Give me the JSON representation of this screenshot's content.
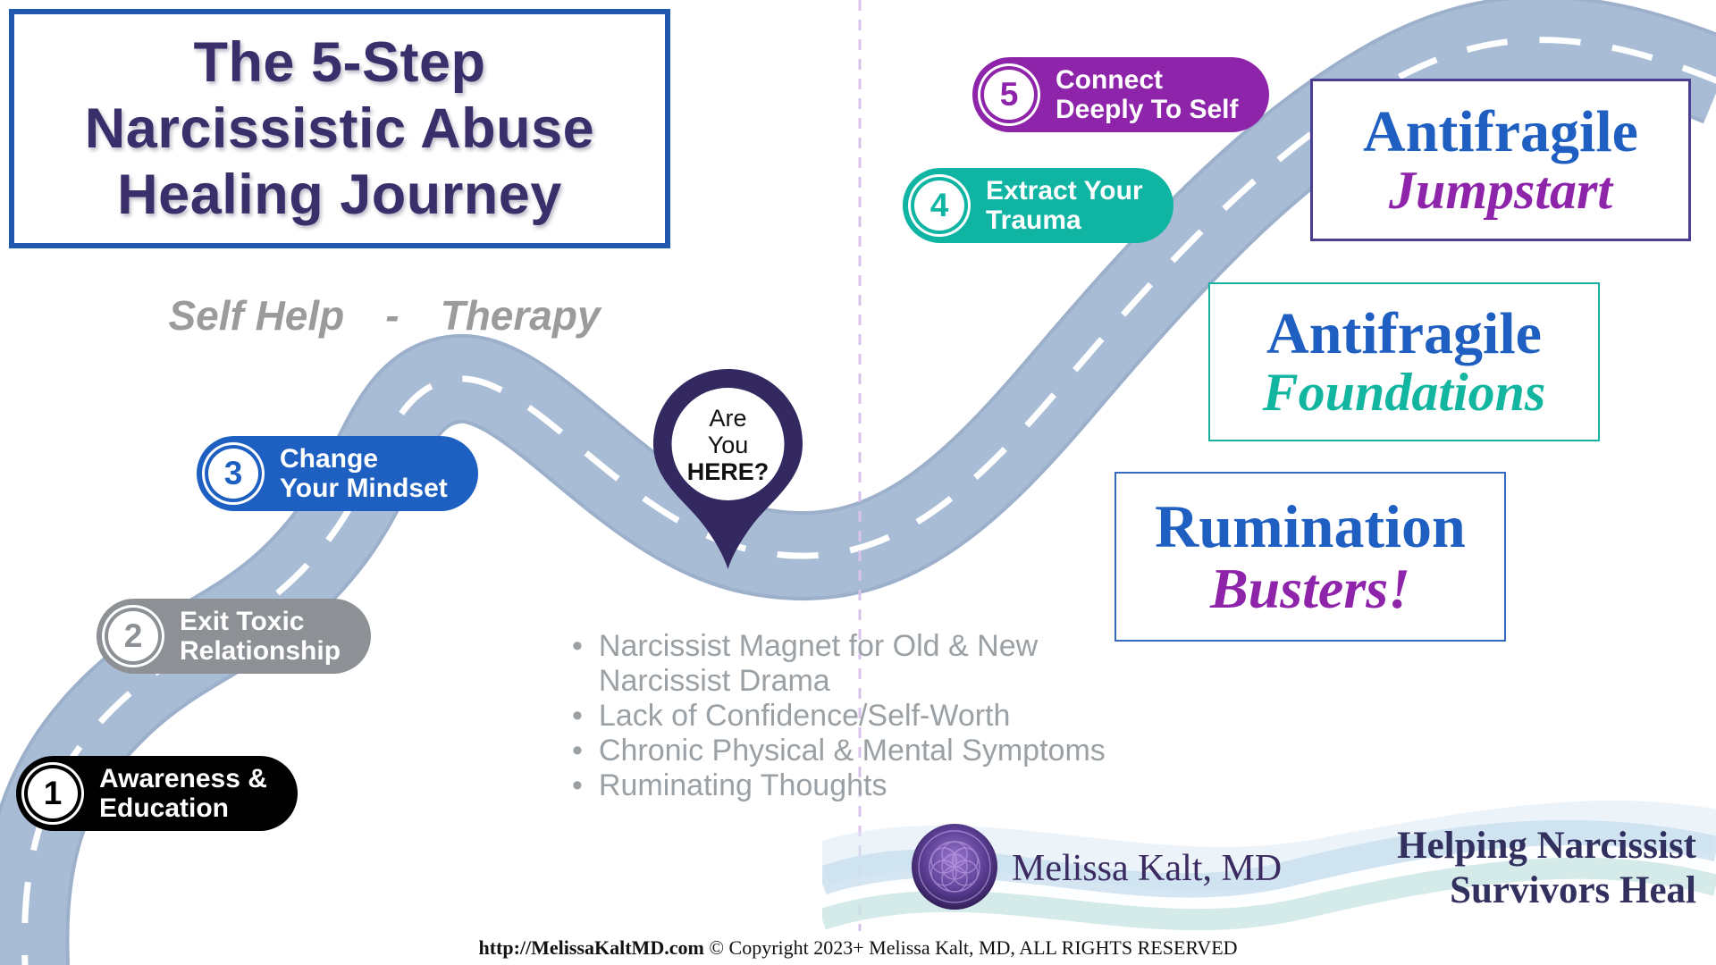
{
  "title": {
    "lines": [
      "The 5-Step",
      "Narcissistic Abuse",
      "Healing Journey"
    ]
  },
  "subtitle": {
    "left": "Self Help",
    "separator": "-",
    "right": "Therapy"
  },
  "steps": [
    {
      "num": "1",
      "line1": "Awareness &",
      "line2": "Education",
      "color": "#000000"
    },
    {
      "num": "2",
      "line1": "Exit Toxic",
      "line2": "Relationship",
      "color": "#8d9195"
    },
    {
      "num": "3",
      "line1": "Change",
      "line2": "Your Mindset",
      "color": "#1e60c2"
    },
    {
      "num": "4",
      "line1": "Extract Your",
      "line2": "Trauma",
      "color": "#0fb5a2"
    },
    {
      "num": "5",
      "line1": "Connect",
      "line2": "Deeply To Self",
      "color": "#8e24aa"
    }
  ],
  "pin": {
    "line1": "Are",
    "line2": "You",
    "line3": "HERE?",
    "color": "#33285f"
  },
  "products": [
    {
      "line1": "Antifragile",
      "line2": "Jumpstart"
    },
    {
      "line1": "Antifragile",
      "line2": "Foundations"
    },
    {
      "line1": "Rumination",
      "line2": "Busters!"
    }
  ],
  "symptoms": [
    {
      "line1": "Narcissist Magnet for Old & New",
      "line2": "Narcissist Drama"
    },
    {
      "line1": "Lack of Confidence/Self-Worth"
    },
    {
      "line1": "Chronic Physical & Mental Symptoms"
    },
    {
      "line1": "Ruminating Thoughts"
    }
  ],
  "branding": {
    "name": "Melissa Kalt, MD",
    "tagline_line1": "Helping Narcissist",
    "tagline_line2": "Survivors Heal"
  },
  "footer": {
    "url": "http://MelissaKaltMD.com",
    "copyright": "© Copyright 2023+  Melissa Kalt, MD, ALL RIGHTS RESERVED"
  },
  "colors": {
    "road": "#a9bcd6",
    "title_text": "#3a2f6b",
    "title_border": "#2257b0",
    "product_blue": "#1e5fc1",
    "product_purple": "#8e24aa",
    "product_teal": "#12b5a0",
    "symptom_gray": "#9aa0a4",
    "divider": "#d9c3ec"
  }
}
